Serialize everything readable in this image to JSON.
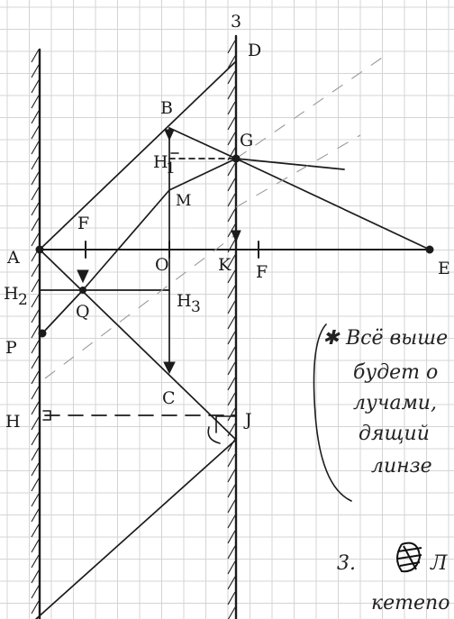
{
  "diagram": {
    "point_labels": {
      "three": "3",
      "D": "D",
      "B": "B",
      "G": "G",
      "H1": "H",
      "H1_sub": "1",
      "M": "M",
      "F_top": "F",
      "A": "A",
      "O": "O",
      "K": "K",
      "F_axis": "F",
      "E": "E",
      "H2": "H",
      "H2_sub": "2",
      "Q": "Q",
      "H3": "H",
      "H3_sub": "3",
      "P": "P",
      "C": "C",
      "H": "H",
      "J": "J"
    },
    "note_lines": [
      "Всё выше",
      "будет о",
      "лучами,",
      "дящий",
      "линзе"
    ],
    "note_star": "✱",
    "bottom_number": "3.",
    "bottom_word": "кетепо"
  },
  "colors": {
    "ink": "#1b1b1b",
    "grid": "#d4d4d4",
    "paper": "#ffffff"
  }
}
